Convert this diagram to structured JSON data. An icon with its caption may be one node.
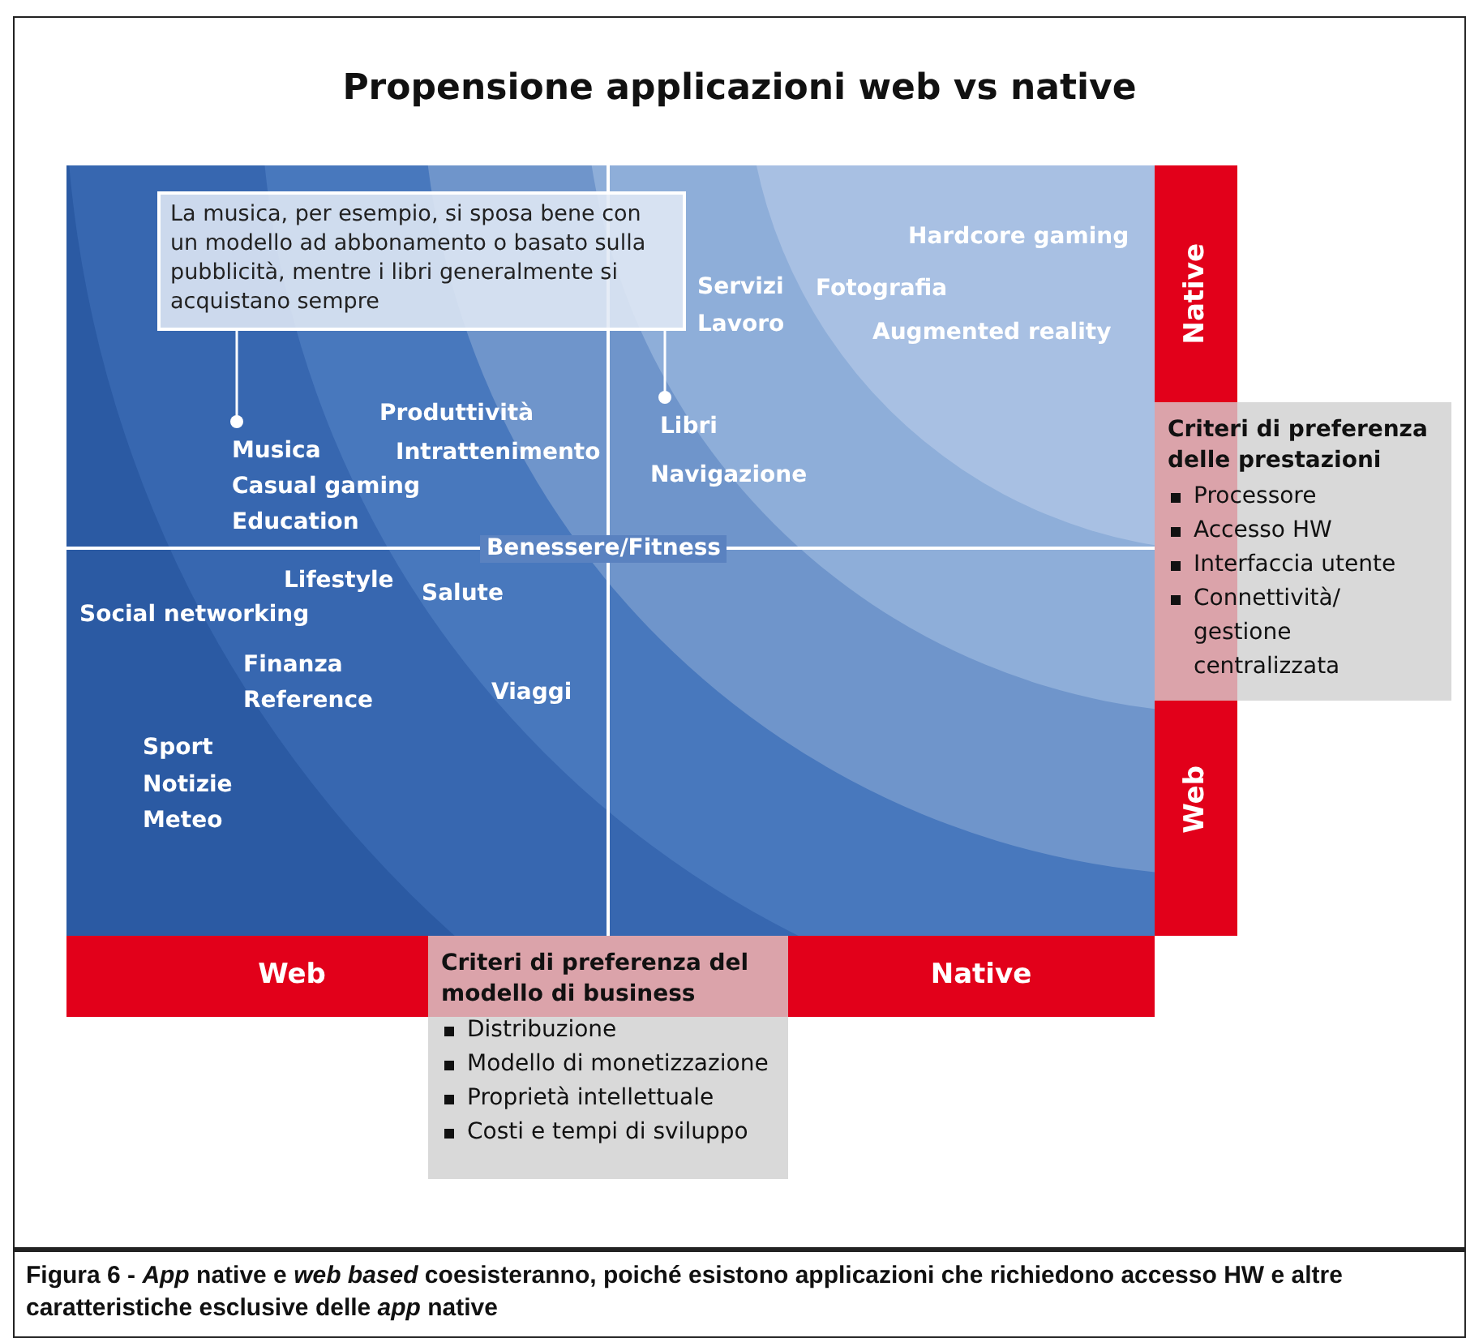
{
  "diagram": {
    "title": "Propensione applicazioni web vs native",
    "caption": "Figura 6 - *App* native e *web based* coesisteranno, poiché esistono applicazioni che richiedono accesso HW e altre caratteristiche esclusive delle *app* native",
    "nodes": [
      {
        "text": [
          "La musica, per esempio, si sposa bene con un modello ad abbonamento o basato sulla pubblicità, mentre i libri generalmente si acquistano sempre"
        ]
      },
      {
        "text": [
          "Native"
        ]
      },
      {
        "text": [
          "Criteri di preferenza delle prestazioni",
          "Processore",
          "Accesso HW",
          "Interfaccia utente",
          "Connettività/ gestione centralizzata"
        ]
      },
      {
        "text": [
          "Web"
        ]
      },
      {
        "text": [
          "Web"
        ]
      },
      {
        "text": [
          "Native"
        ]
      },
      {
        "text": [
          "Criteri di preferenza del modello di business",
          "Distribuzione",
          "Modello di monetizzazione",
          "Proprietà intellettuale",
          "Costi e tempi di sviluppo"
        ]
      },
      {
        "text": [
          "Libri"
        ]
      },
      {
        "text": [
          "Musica"
        ]
      }
    ],
    "edges": [
      {
        "from": 0,
        "to": 8,
        "arrow": "other"
      },
      {
        "from": 0,
        "to": 7,
        "arrow": "other"
      }
    ],
    "labels": [
      "Hardcore gaming",
      "Servizi",
      "Fotografia",
      "Lavoro",
      "Augmented reality",
      "Produttività",
      "Intrattenimento",
      "Navigazione",
      "Casual gaming",
      "Education",
      "Benessere/Fitness",
      "Lifestyle",
      "Salute",
      "Social networking",
      "Finanza",
      "Reference",
      "Viaggi",
      "Sport",
      "Notizie",
      "Meteo"
    ]
  }
}
